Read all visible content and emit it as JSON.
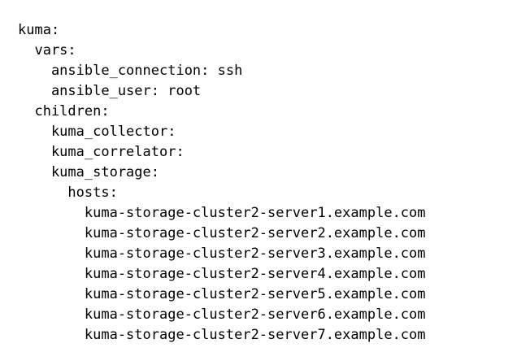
{
  "document": {
    "type": "yaml-inventory",
    "background_color": "#ffffff",
    "text_color": "#000000",
    "indent_unit_spaces": 2,
    "lines": [
      {
        "indent": 0,
        "text": "kuma:"
      },
      {
        "indent": 1,
        "text": "vars:"
      },
      {
        "indent": 2,
        "text": "ansible_connection: ssh"
      },
      {
        "indent": 2,
        "text": "ansible_user: root"
      },
      {
        "indent": 1,
        "text": "children:"
      },
      {
        "indent": 2,
        "text": "kuma_collector:"
      },
      {
        "indent": 2,
        "text": "kuma_correlator:"
      },
      {
        "indent": 2,
        "text": "kuma_storage:"
      },
      {
        "indent": 3,
        "text": "hosts:"
      },
      {
        "indent": 4,
        "text": "kuma-storage-cluster2-server1.example.com"
      },
      {
        "indent": 4,
        "text": "kuma-storage-cluster2-server2.example.com"
      },
      {
        "indent": 4,
        "text": "kuma-storage-cluster2-server3.example.com"
      },
      {
        "indent": 4,
        "text": "kuma-storage-cluster2-server4.example.com"
      },
      {
        "indent": 4,
        "text": "kuma-storage-cluster2-server5.example.com"
      },
      {
        "indent": 4,
        "text": "kuma-storage-cluster2-server6.example.com"
      },
      {
        "indent": 4,
        "text": "kuma-storage-cluster2-server7.example.com"
      }
    ]
  }
}
